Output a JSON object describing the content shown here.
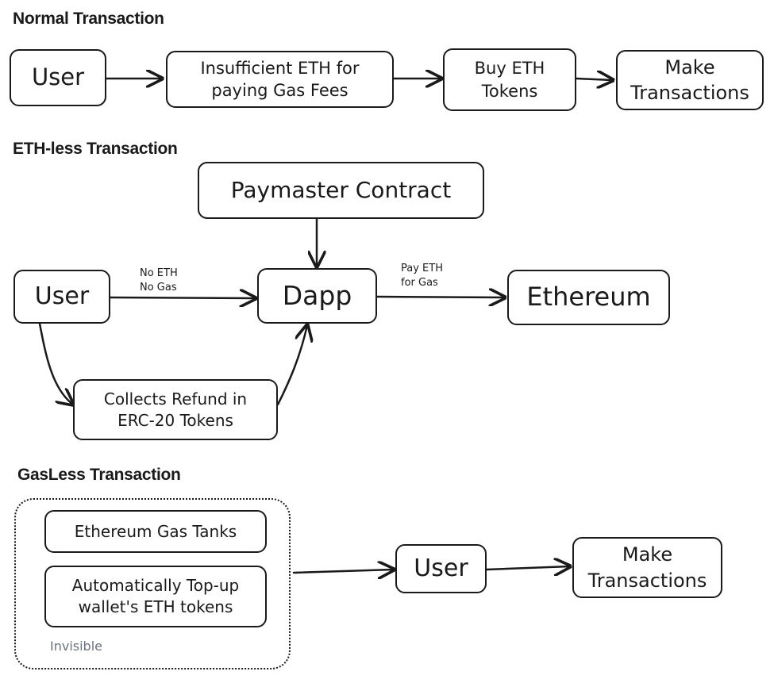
{
  "sections": {
    "normal": "Normal Transaction",
    "ethless": "ETH-less Transaction",
    "gasless": "GasLess Transaction"
  },
  "normal": {
    "user": "User",
    "insufficient": "Insufficient ETH for\npaying Gas Fees",
    "buy": "Buy ETH\nTokens",
    "make": "Make\nTransactions"
  },
  "ethless": {
    "paymaster": "Paymaster Contract",
    "user": "User",
    "dapp": "Dapp",
    "ethereum": "Ethereum",
    "refund": "Collects Refund in\nERC-20 Tokens",
    "label_user_dapp": "No ETH\nNo Gas",
    "label_dapp_eth": "Pay ETH\nfor Gas"
  },
  "gasless": {
    "gas_tanks": "Ethereum Gas Tanks",
    "topup": "Automatically Top-up\nwallet's ETH tokens",
    "invisible": "Invisible",
    "user": "User",
    "make": "Make\nTransactions"
  }
}
